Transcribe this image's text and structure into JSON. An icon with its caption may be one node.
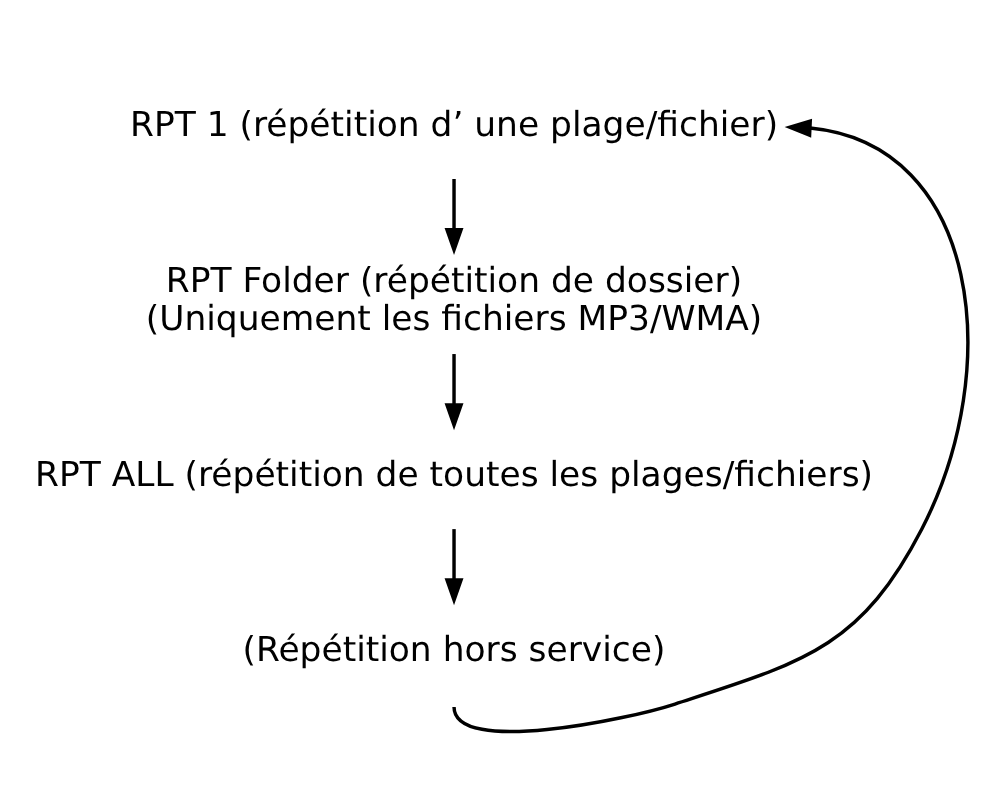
{
  "diagram": {
    "nodes": [
      {
        "text": [
          "RPT 1 (répétition d’ une plage/fichier)"
        ]
      },
      {
        "text": [
          "RPT Folder (répétition de dossier)",
          "(Uniquement les fichiers MP3/WMA)"
        ]
      },
      {
        "text": [
          "RPT ALL (répétition de toutes les plages/fichiers)"
        ]
      },
      {
        "text": [
          "(Répétition hors service)"
        ]
      }
    ],
    "edges": [
      {
        "from": 0,
        "to": 1,
        "arrow": "to"
      },
      {
        "from": 1,
        "to": 2,
        "arrow": "to"
      },
      {
        "from": 2,
        "to": 3,
        "arrow": "to"
      },
      {
        "from": 3,
        "to": 0,
        "arrow": "to"
      }
    ]
  }
}
